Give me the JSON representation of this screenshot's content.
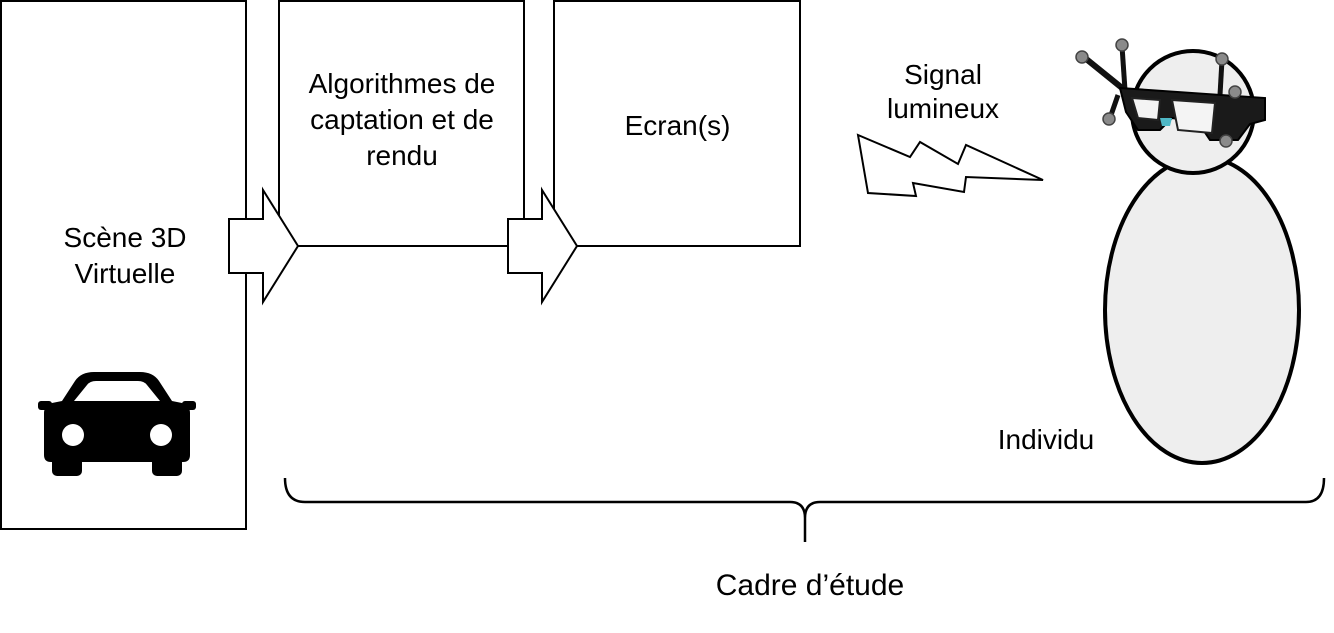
{
  "blocks": {
    "scene_line1": "Scène 3D",
    "scene_line2": "Virtuelle",
    "algo_line1": "Algorithmes de",
    "algo_line2": "captation et de",
    "algo_line3": "rendu",
    "ecran": "Ecran(s)"
  },
  "signal": {
    "line1": "Signal",
    "line2": "lumineux"
  },
  "individu": "Individu",
  "bracket_label": "Cadre d’étude",
  "icons": {
    "scene": "car-icon",
    "head": "tracking-glasses-icon"
  },
  "colors": {
    "stroke": "#000000",
    "body_fill": "#eeeeee",
    "lens_tint": "#4fb8c6"
  }
}
